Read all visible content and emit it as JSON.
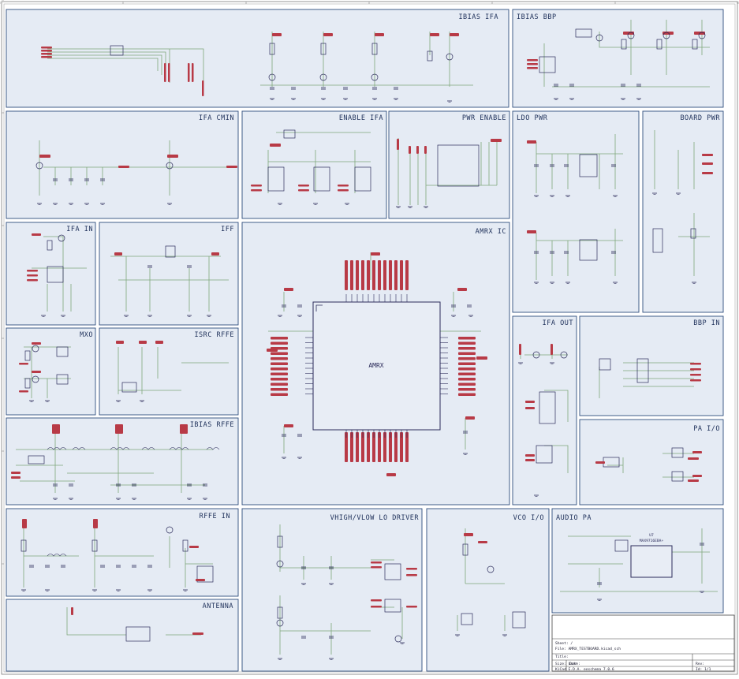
{
  "colors": {
    "panel_fill": "#e5ebf4",
    "panel_border": "#2e4d7e",
    "wire": "#7fa77a",
    "component": "#2b2b5a",
    "pin_red": "#b83a46",
    "ic_fill": "#e8edf5"
  },
  "panels": [
    {
      "id": "ibias-ifa",
      "title": "IBIAS IFA"
    },
    {
      "id": "ibias-bbp",
      "title": "IBIAS BBP"
    },
    {
      "id": "ifa-cmin",
      "title": "IFA CMIN"
    },
    {
      "id": "enable-ifa",
      "title": "ENABLE IFA"
    },
    {
      "id": "pwr-enable",
      "title": "PWR ENABLE"
    },
    {
      "id": "ldo-pwr",
      "title": "LDO PWR"
    },
    {
      "id": "board-pwr",
      "title": "BOARD PWR"
    },
    {
      "id": "ifa-in",
      "title": "IFA IN"
    },
    {
      "id": "iff",
      "title": "IFF"
    },
    {
      "id": "amrx-ic",
      "title": "AMRX IC"
    },
    {
      "id": "ifa-out",
      "title": "IFA OUT"
    },
    {
      "id": "bbp-in",
      "title": "BBP IN"
    },
    {
      "id": "mxo",
      "title": "MXO"
    },
    {
      "id": "isrc-rffe",
      "title": "ISRC RFFE"
    },
    {
      "id": "pa-io",
      "title": "PA I/O"
    },
    {
      "id": "ibias-rffe",
      "title": "IBIAS RFFE"
    },
    {
      "id": "rffe-in",
      "title": "RFFE IN"
    },
    {
      "id": "vhigh-vlow",
      "title": "VHIGH/VLOW LO DRIVER"
    },
    {
      "id": "vco-io",
      "title": "VCO I/O"
    },
    {
      "id": "audio-pa",
      "title": "AUDIO PA"
    },
    {
      "id": "antenna",
      "title": "ANTENNA"
    }
  ],
  "ic": {
    "label": "AMRX"
  },
  "audio_chip": {
    "ref": "U7",
    "part": "MAX9716EBA+"
  },
  "title_block": {
    "sheet": "Sheet: /",
    "file": "File: AMRX_TESTBOARD.kicad_sch",
    "title_label": "Title:",
    "size": "Size: User",
    "date": "Date:",
    "kicad": "KiCad E.D.A.  eeschema 7.0.6",
    "rev": "Rev:",
    "id": "Id: 1/1"
  }
}
